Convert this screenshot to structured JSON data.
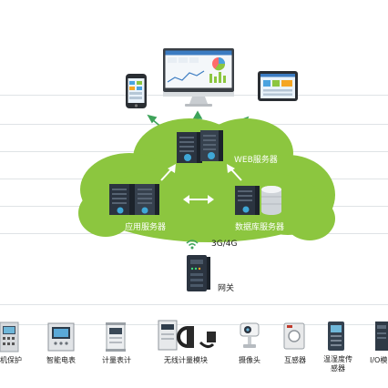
{
  "labels": {
    "web_server": "WEB服务器",
    "app_server": "应用服务器",
    "db_server": "数据库服务器",
    "network": "3G/4G",
    "gateway": "网关"
  },
  "devices": [
    {
      "label": "机保护",
      "icon": "protection-relay-icon"
    },
    {
      "label": "智能电表",
      "icon": "smart-meter-icon"
    },
    {
      "label": "计量表计",
      "icon": "din-meter-icon"
    },
    {
      "label": "无线计量模块",
      "icon": "wireless-module-icon"
    },
    {
      "label": "摄像头",
      "icon": "camera-icon"
    },
    {
      "label": "互感器",
      "icon": "current-transformer-icon"
    },
    {
      "label": "温湿度传感器",
      "icon": "temp-humidity-sensor-icon"
    },
    {
      "label": "I/O模",
      "icon": "io-module-icon"
    }
  ],
  "colors": {
    "cloud": "#8cc63f",
    "arrow": "#3ea35a",
    "server": "#2b3440"
  }
}
